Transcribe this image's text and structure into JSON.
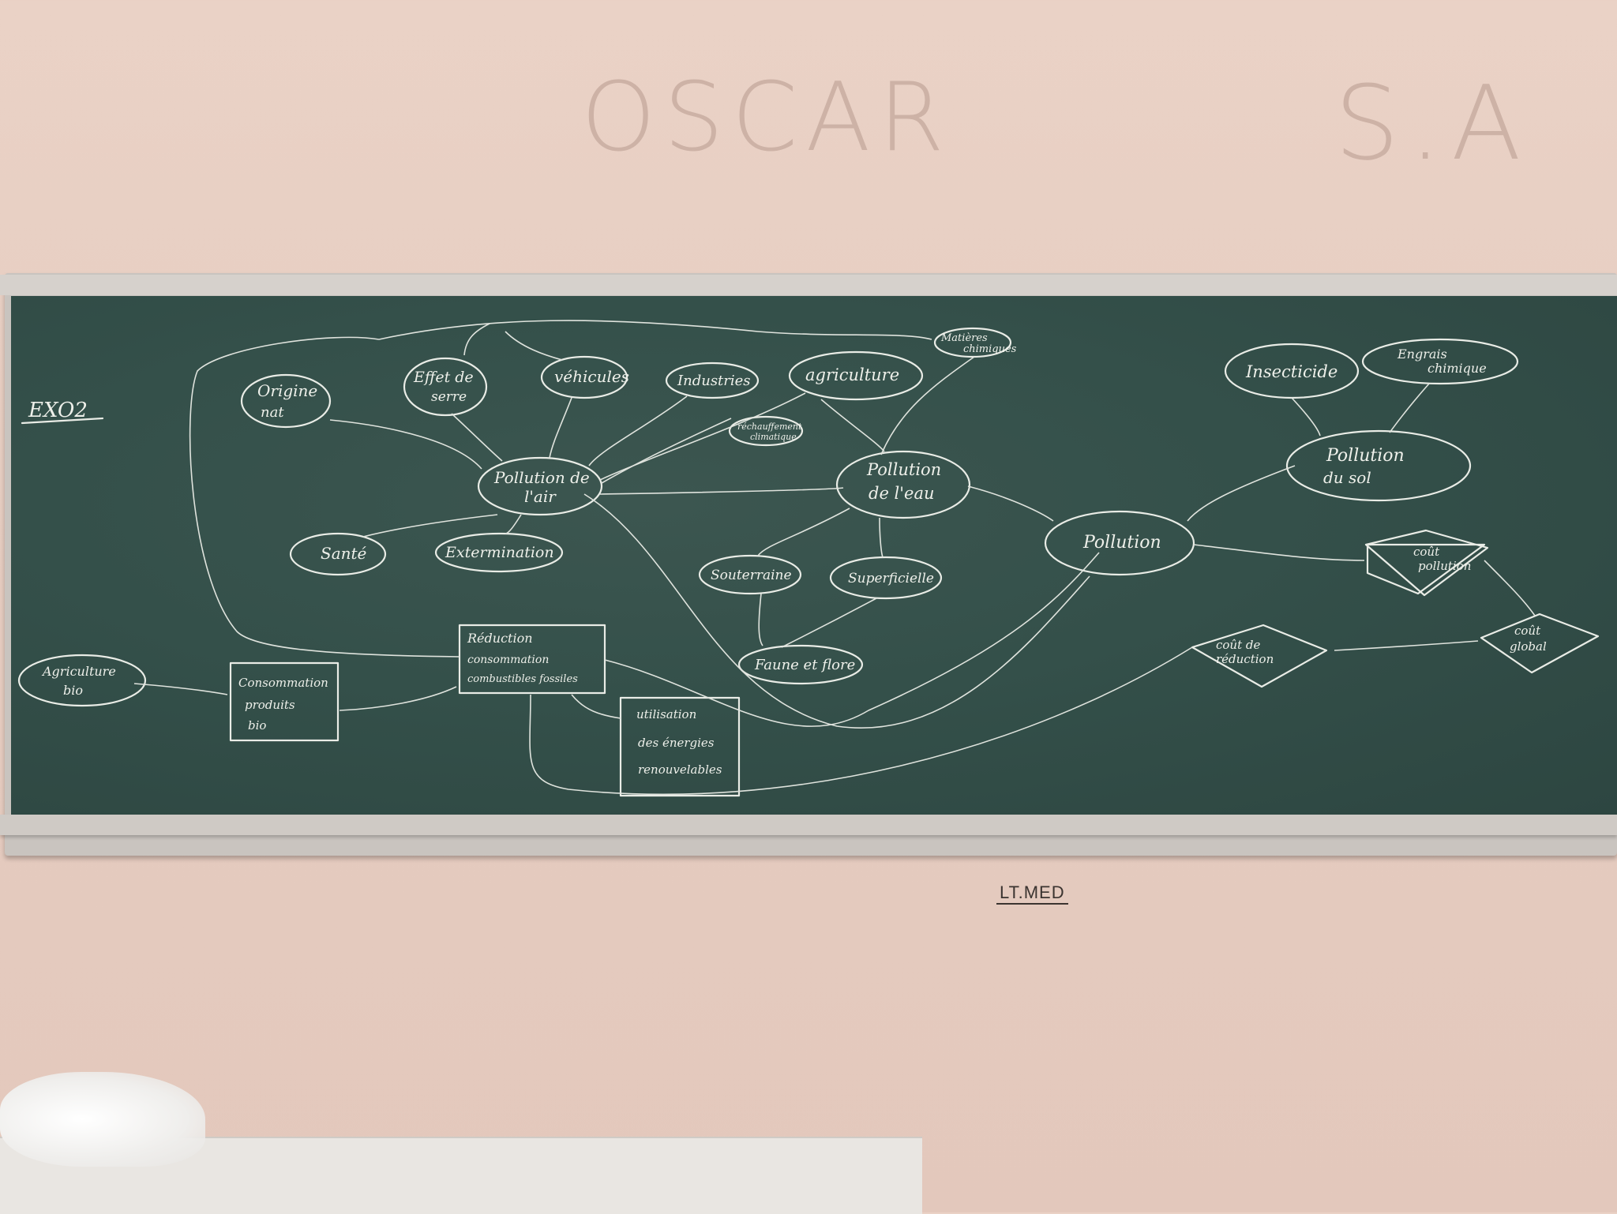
{
  "wall": {
    "graffiti_left": "OSCAR",
    "graffiti_right": "S.A",
    "label": "LT.MED"
  },
  "board": {
    "exercise_title": "EXO2",
    "nodes": {
      "origine_nat": [
        "Origine",
        "nat"
      ],
      "effet_serre": [
        "Effet de",
        "serre"
      ],
      "vehicules": "véhicules",
      "industries": "Industries",
      "agriculture": "agriculture",
      "matieres_chimiques": [
        "Matières",
        "chimiques"
      ],
      "rechauffement": [
        "réchauffement",
        "climatique"
      ],
      "pollution_air": [
        "Pollution de",
        "l'air"
      ],
      "pollution_eau": [
        "Pollution",
        "de l'eau"
      ],
      "sante": "Santé",
      "extermination": "Extermination",
      "souterraine": "Souterraine",
      "superficielle": "Superficielle",
      "faune_flore": "Faune et flore",
      "pollution": "Pollution",
      "insecticide": "Insecticide",
      "engrais_chimique": [
        "Engrais",
        "chimique"
      ],
      "pollution_sol": [
        "Pollution",
        "du sol"
      ],
      "cout_pollution": [
        "coût",
        "pollution"
      ],
      "cout_reduction": [
        "coût de",
        "réduction"
      ],
      "cout_global": [
        "coût",
        "global"
      ],
      "agriculture_bio": [
        "Agriculture",
        "bio"
      ],
      "consommation_bio": [
        "Consommation",
        "produits",
        "bio"
      ],
      "reduction_fossiles": [
        "Réduction",
        "consommation",
        "combustibles fossiles"
      ],
      "energies_renouvelables": [
        "utilisation",
        "des énergies",
        "renouvelables"
      ]
    }
  }
}
